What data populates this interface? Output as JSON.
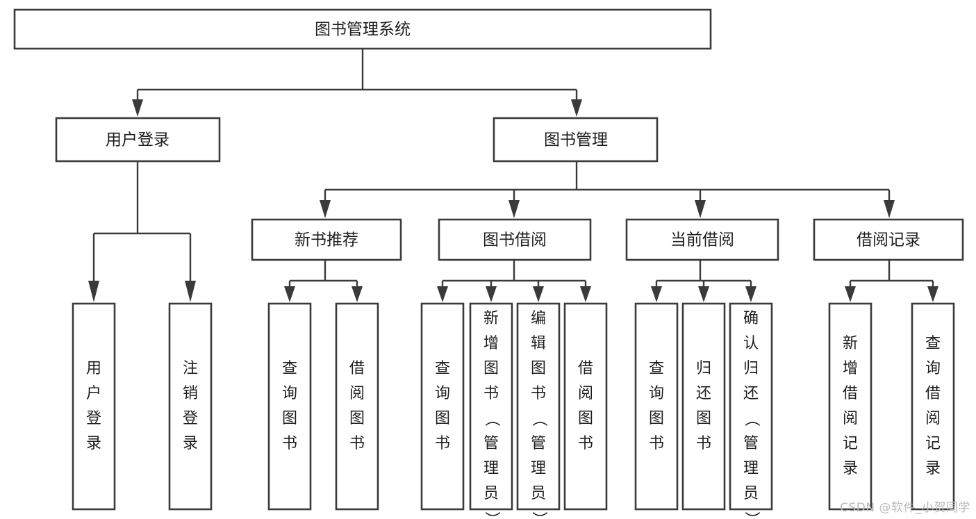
{
  "diagram": {
    "type": "tree",
    "title": "图书管理系统",
    "watermark": "CSDN @软件_小贺同学",
    "colors": {
      "box_stroke": "#3a3a3a",
      "box_fill": "#ffffff",
      "text": "#1d1d1d",
      "background": "#ffffff",
      "watermark": "#b9b9b9"
    },
    "root": {
      "label": "图书管理系统"
    },
    "level1": [
      {
        "label": "用户登录"
      },
      {
        "label": "图书管理"
      }
    ],
    "level2": [
      {
        "label": "新书推荐"
      },
      {
        "label": "图书借阅"
      },
      {
        "label": "当前借阅"
      },
      {
        "label": "借阅记录"
      }
    ],
    "leaves": {
      "user_login": [
        {
          "label": "用户登录"
        },
        {
          "label": "注销登录"
        }
      ],
      "new_book": [
        {
          "label": "查询图书"
        },
        {
          "label": "借阅图书"
        }
      ],
      "book_borrow": [
        {
          "label": "查询图书"
        },
        {
          "label": "新增图书（管理员）"
        },
        {
          "label": "编辑图书（管理员）"
        },
        {
          "label": "借阅图书"
        }
      ],
      "current_borrow": [
        {
          "label": "查询图书"
        },
        {
          "label": "归还图书"
        },
        {
          "label": "确认归还（管理员）"
        }
      ],
      "borrow_record": [
        {
          "label": "新增借阅记录"
        },
        {
          "label": "查询借阅记录"
        }
      ]
    }
  }
}
